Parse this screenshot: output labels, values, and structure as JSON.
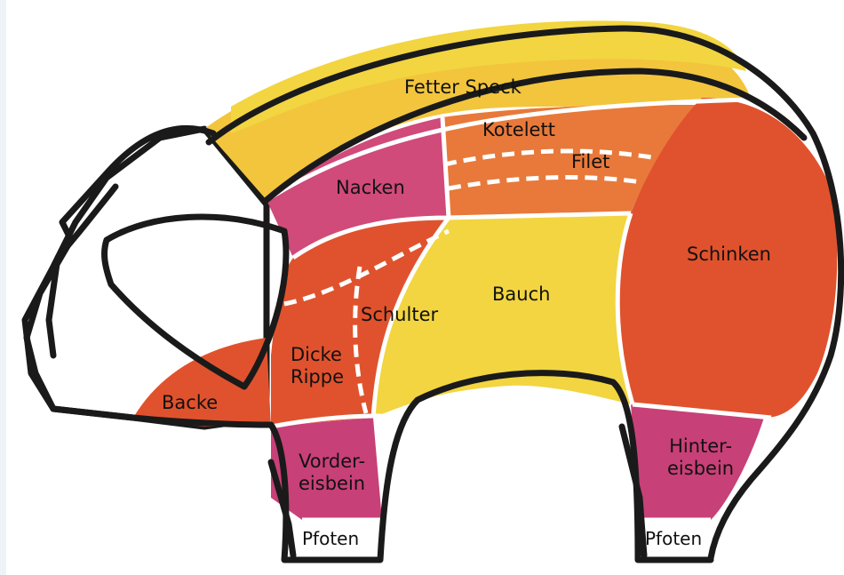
{
  "diagram": {
    "cuts": [
      {
        "key": "fetter_speck",
        "label": "Fetter Speck",
        "color": "#F2C53D"
      },
      {
        "key": "kotelett",
        "label": "Kotelett",
        "color": "#E8793A"
      },
      {
        "key": "filet",
        "label": "Filet",
        "color": "#E8793A"
      },
      {
        "key": "nacken",
        "label": "Nacken",
        "color": "#D04A7A"
      },
      {
        "key": "schinken",
        "label": "Schinken",
        "color": "#E0522D"
      },
      {
        "key": "bauch",
        "label": "Bauch",
        "color": "#F2D540"
      },
      {
        "key": "schulter",
        "label": "Schulter",
        "color": "#E0522D"
      },
      {
        "key": "dicke_rippe",
        "label": "Dicke\nRippe",
        "color": "#E0522D"
      },
      {
        "key": "backe",
        "label": "Backe",
        "color": "#E0522D"
      },
      {
        "key": "vordereisbein",
        "label": "Vorder-\neisbein",
        "color": "#C84078"
      },
      {
        "key": "hintereisbein",
        "label": "Hinter-\neisbein",
        "color": "#C84078"
      },
      {
        "key": "pfoten_vorne",
        "label": "Pfoten",
        "color": "#FFFFFF"
      },
      {
        "key": "pfoten_hinten",
        "label": "Pfoten",
        "color": "#FFFFFF"
      }
    ],
    "labels": {
      "fetter_speck": "Fetter Speck",
      "kotelett": "Kotelett",
      "filet": "Filet",
      "nacken": "Nacken",
      "schinken": "Schinken",
      "bauch": "Bauch",
      "schulter": "Schulter",
      "dicke_rippe_1": "Dicke",
      "dicke_rippe_2": "Rippe",
      "backe": "Backe",
      "vorder_1": "Vorder-",
      "vorder_2": "eisbein",
      "hinter_1": "Hinter-",
      "hinter_2": "eisbein",
      "pfoten_vorne": "Pfoten",
      "pfoten_hinten": "Pfoten"
    },
    "outline_color": "#1A1A1A",
    "separator_color": "#FFFFFF"
  }
}
